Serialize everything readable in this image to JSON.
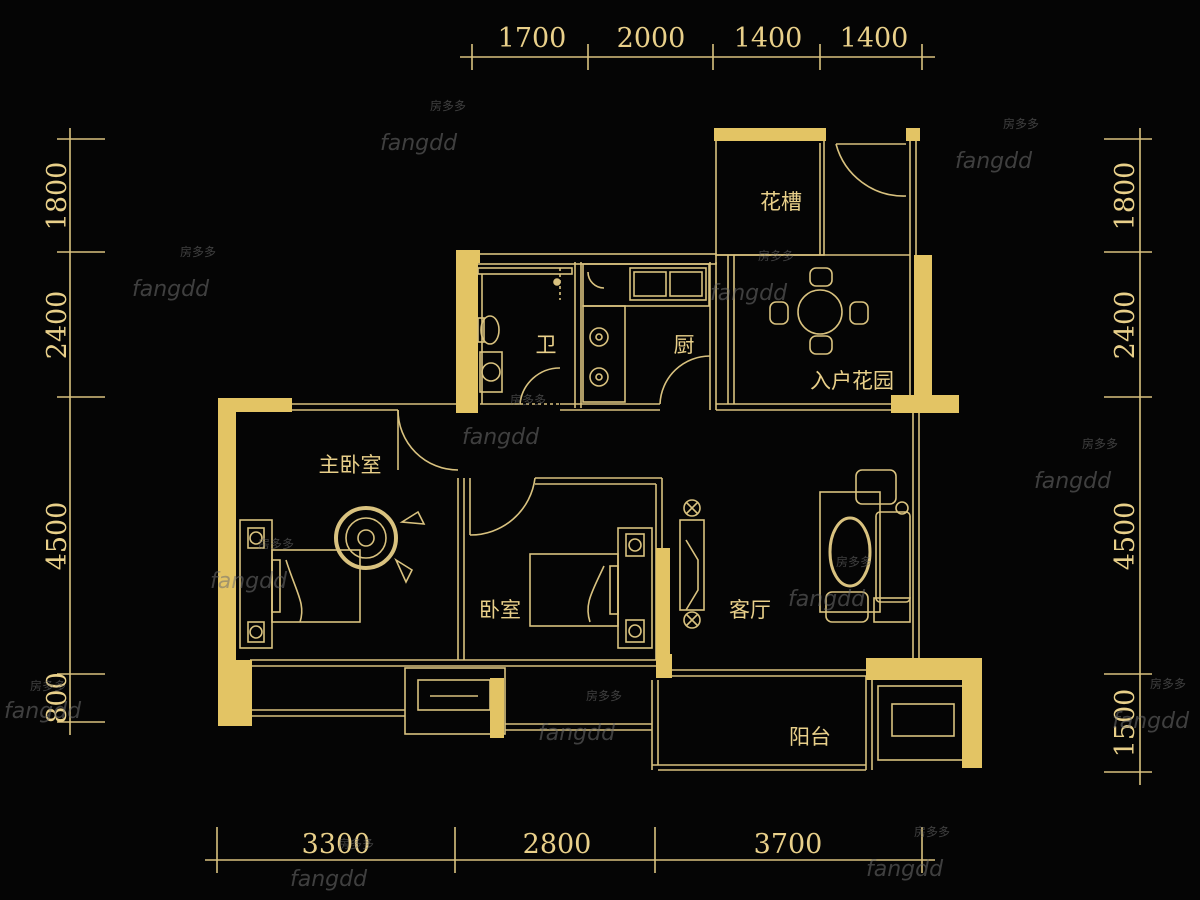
{
  "rooms": {
    "planter": "花槽",
    "bathroom": "卫",
    "kitchen": "厨",
    "entry_garden": "入户花园",
    "master_bedroom": "主卧室",
    "bedroom": "卧室",
    "living_room": "客厅",
    "balcony": "阳台"
  },
  "dimensions": {
    "top": [
      "1700",
      "2000",
      "1400",
      "1400"
    ],
    "bottom": [
      "3300",
      "2800",
      "3700"
    ],
    "left": [
      "1800",
      "2400",
      "4500",
      "800"
    ],
    "right": [
      "1800",
      "2400",
      "4500",
      "1500"
    ]
  },
  "watermark": {
    "cn": "房多多",
    "en": "fangdd"
  },
  "colors": {
    "background": "#050505",
    "wall": "#e3c464",
    "line": "#d9c27f"
  }
}
